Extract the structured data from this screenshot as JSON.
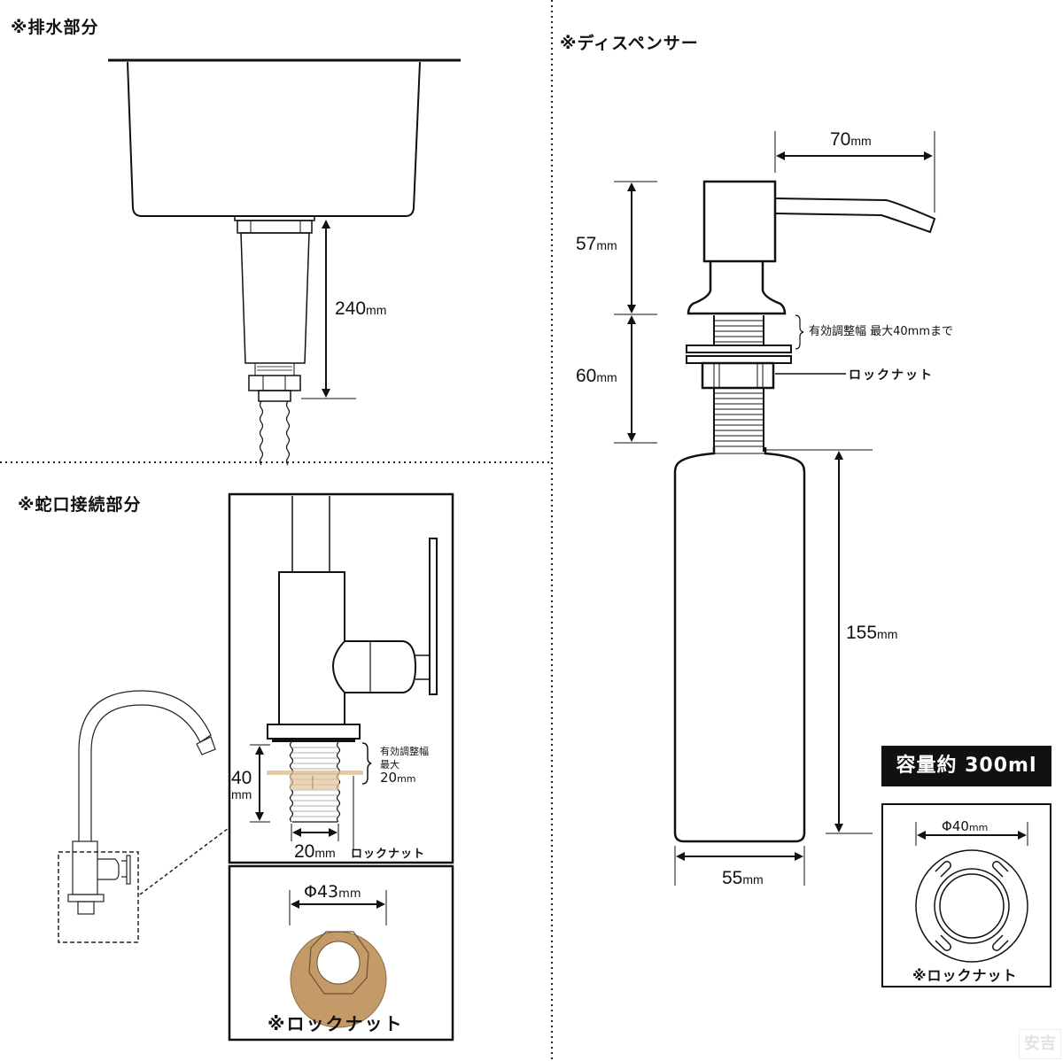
{
  "sections": {
    "drain": {
      "title": "※排水部分",
      "height_dim": {
        "value": "240",
        "unit": "mm"
      }
    },
    "dispenser": {
      "title": "※ディスペンサー",
      "spout_dim": {
        "value": "70",
        "unit": "mm"
      },
      "head_dim": {
        "value": "57",
        "unit": "mm"
      },
      "shank_dim": {
        "value": "60",
        "unit": "mm"
      },
      "bottle_height_dim": {
        "value": "155",
        "unit": "mm"
      },
      "bottle_width_dim": {
        "value": "55",
        "unit": "mm"
      },
      "adjust_note": "有効調整幅 最大40mmまで",
      "locknut_label": "ロックナット",
      "capacity_badge": "容量約  300ml",
      "locknut_inset": {
        "diameter": {
          "prefix": "Φ",
          "value": "40",
          "unit": "mm"
        },
        "caption": "※ロックナット"
      }
    },
    "faucet": {
      "title": "※蛇口接続部分",
      "height_dim": {
        "value": "40",
        "unit": "mm"
      },
      "width_dim": {
        "value": "20",
        "unit": "mm"
      },
      "adjust_note_line1": "有効調整幅",
      "adjust_note_line2": "最大",
      "adjust_note_value": {
        "value": "20",
        "unit": "mm"
      },
      "locknut_label": "ロックナット",
      "locknut_inset": {
        "diameter": {
          "prefix": "Φ",
          "value": "43",
          "unit": "mm"
        },
        "caption": "※ロックナット",
        "color": "#c49a68"
      }
    }
  },
  "colors": {
    "line": "#111111",
    "locknut_brass": "#c49a68",
    "locknut_brass_translucent": "#e2c39a",
    "capacity_bg": "#111111",
    "divider": "#333333"
  },
  "watermark": "安吉"
}
